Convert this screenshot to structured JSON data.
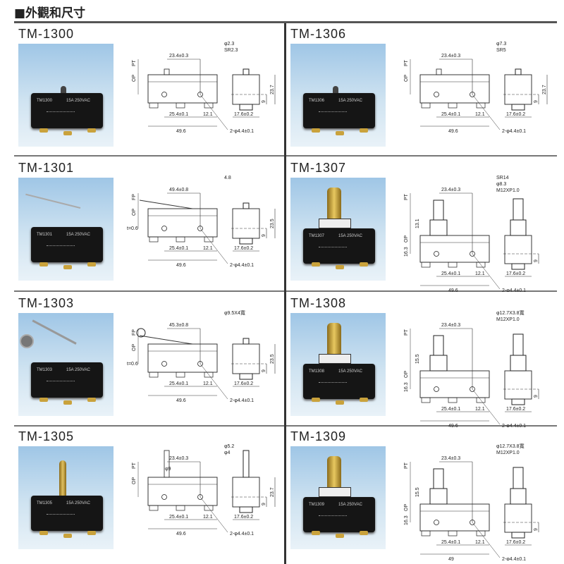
{
  "header": {
    "title": "■外觀和尺寸"
  },
  "panels": [
    {
      "model": "TM-1300",
      "photo_label": "TM1300",
      "rating": "15A 250VAC",
      "actuator": "pin",
      "top_dim": "23.4±0.3",
      "left_labels": [
        "PT",
        "OP"
      ],
      "side_labels": [
        "φ2.3",
        "SR2.3"
      ],
      "extra_labels": [],
      "width_dim": "49.6",
      "height_dim": "23.7"
    },
    {
      "model": "TM-1306",
      "photo_label": "TM1306",
      "rating": "15A 250VAC",
      "actuator": "pin",
      "top_dim": "23.4±0.3",
      "left_labels": [
        "PT",
        "OP"
      ],
      "side_labels": [
        "φ7.3",
        "SR5"
      ],
      "extra_labels": [],
      "width_dim": "49.6",
      "height_dim": "23.7"
    },
    {
      "model": "TM-1301",
      "photo_label": "TM1301",
      "rating": "15A 250VAC",
      "actuator": "lever",
      "top_dim": "49.4±0.8",
      "left_labels": [
        "FP",
        "OP"
      ],
      "side_labels": [
        "4.8"
      ],
      "extra_labels": [
        "t=0.6"
      ],
      "width_dim": "49.6",
      "height_dim": "23.5"
    },
    {
      "model": "TM-1307",
      "photo_label": "TM1307",
      "rating": "15A 250VAC",
      "actuator": "panel",
      "top_dim": "23.4±0.3",
      "left_labels": [
        "PT",
        "OP",
        "16.3"
      ],
      "side_labels": [
        "SR14",
        "φ8.3",
        "M12XP1.0"
      ],
      "extra_labels": [
        "13.1"
      ],
      "width_dim": "49.6",
      "height_dim": ""
    },
    {
      "model": "TM-1303",
      "photo_label": "TM1303",
      "rating": "15A 250VAC",
      "actuator": "roller",
      "top_dim": "45.3±0.8",
      "left_labels": [
        "FP",
        "OP"
      ],
      "side_labels": [
        "φ9.5X4寬"
      ],
      "extra_labels": [
        "t=0.6"
      ],
      "width_dim": "49.6",
      "height_dim": "23.5"
    },
    {
      "model": "TM-1308",
      "photo_label": "TM1308",
      "rating": "15A 250VAC",
      "actuator": "panel",
      "top_dim": "23.4±0.3",
      "left_labels": [
        "PT",
        "OP",
        "16.3"
      ],
      "side_labels": [
        "φ12.7X3.8寬",
        "M12XP1.0"
      ],
      "extra_labels": [
        "15.5"
      ],
      "width_dim": "49.6",
      "height_dim": ""
    },
    {
      "model": "TM-1305",
      "photo_label": "TM1305",
      "rating": "15A 250VAC",
      "actuator": "plunger",
      "top_dim": "23.4±0.3",
      "left_labels": [
        "PT",
        "OP"
      ],
      "side_labels": [
        "φ5.2",
        "φ4"
      ],
      "extra_labels": [
        "φ9"
      ],
      "width_dim": "49.6",
      "height_dim": "23.7"
    },
    {
      "model": "TM-1309",
      "photo_label": "TM1309",
      "rating": "15A 250VAC",
      "actuator": "panel",
      "top_dim": "23.4±0.3",
      "left_labels": [
        "PT",
        "OP",
        "16.3"
      ],
      "side_labels": [
        "φ12.7X3.8寬",
        "M12XP1.0"
      ],
      "extra_labels": [
        "15.5"
      ],
      "width_dim": "49",
      "height_dim": ""
    }
  ],
  "common": {
    "hole_pitch": "25.4±0.1",
    "hole_offset": "12.1",
    "depth": "17.6±0.2",
    "hole_height": "9",
    "holes": "2-φ4.4±0.1"
  }
}
